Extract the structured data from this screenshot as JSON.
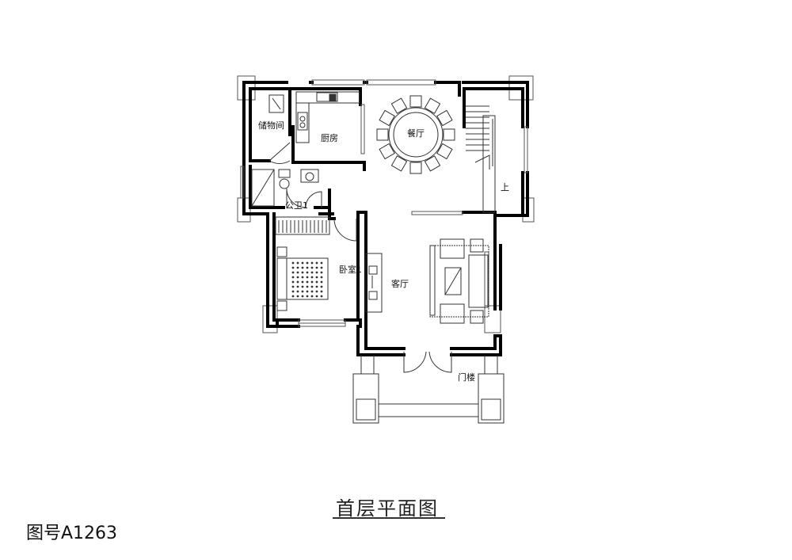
{
  "plan": {
    "rooms": {
      "storage": "储物间",
      "kitchen": "厨房",
      "dining": "餐厅",
      "bathroom": "公卫1",
      "bedroom": "卧室1",
      "living": "客厅",
      "porch": "门楼",
      "stair_up": "上"
    }
  },
  "title": "首层平面图",
  "drawing_code": "图号A1263"
}
